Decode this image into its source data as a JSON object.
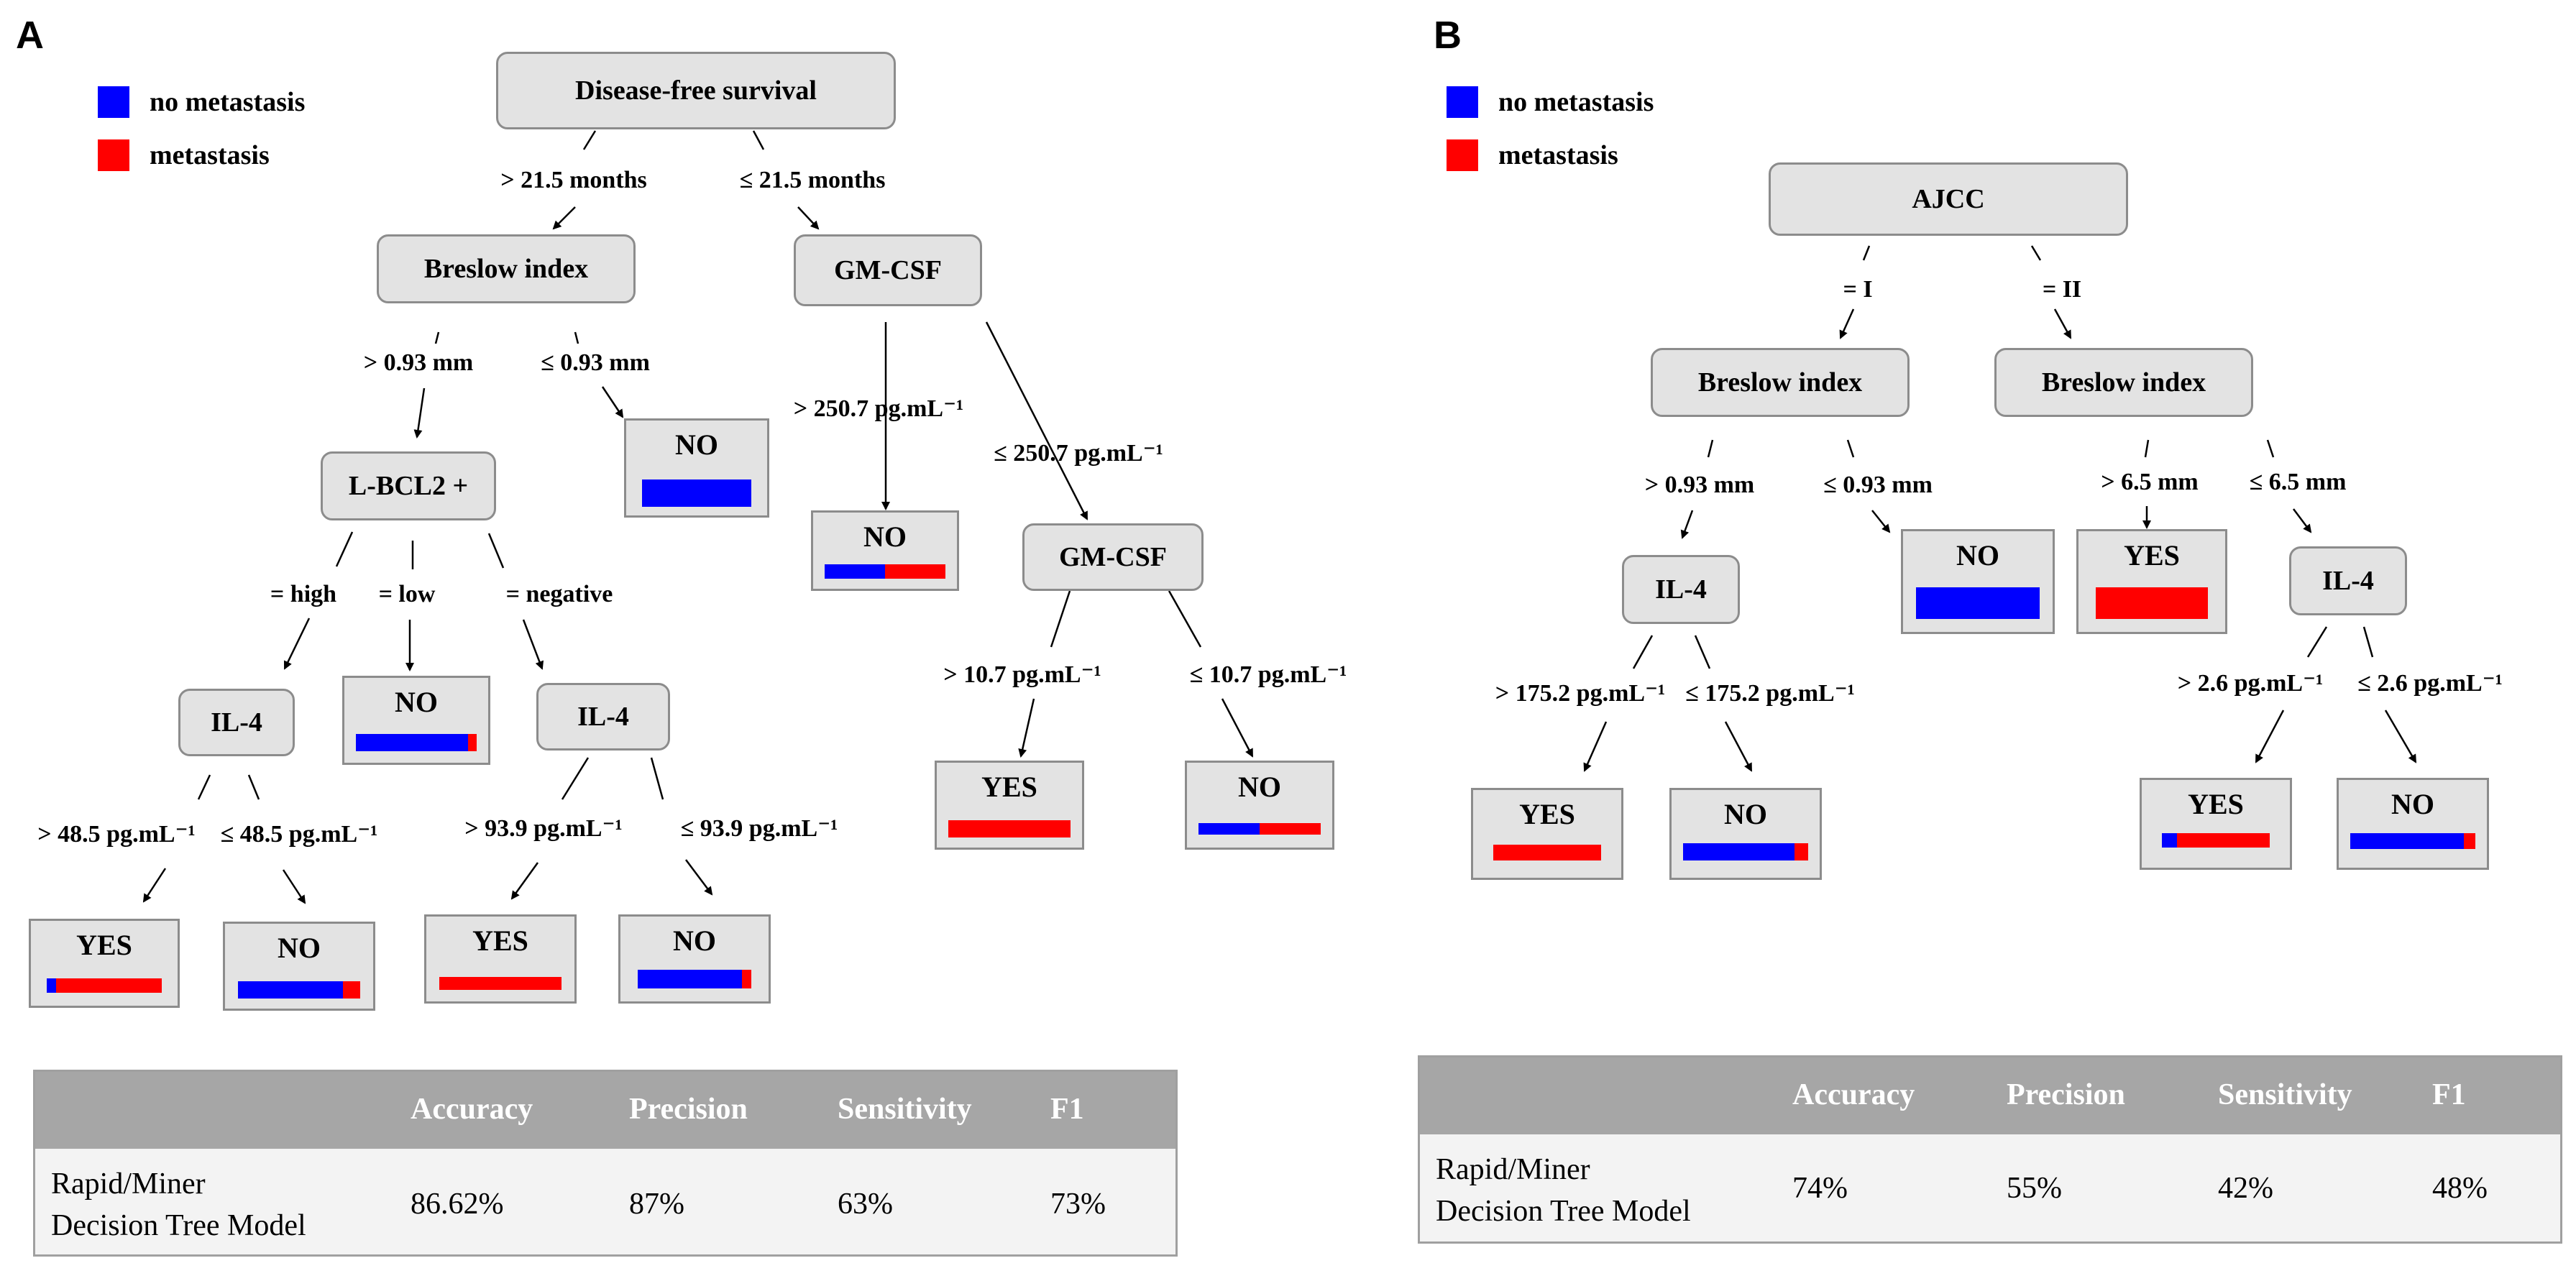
{
  "legend": {
    "no_metastasis": "no metastasis",
    "metastasis": "metastasis"
  },
  "colors": {
    "no_metastasis": "#0000ff",
    "metastasis": "#ff0000"
  },
  "panelA": {
    "label": "A",
    "nodes": {
      "root": "Disease-free survival",
      "breslow": "Breslow index",
      "gmcsf1": "GM-CSF",
      "lbcl2": "L-BCL2 +",
      "gmcsf2": "GM-CSF",
      "il4_high": "IL-4",
      "il4_neg": "IL-4"
    },
    "edges": {
      "dfs_gt": "> 21.5 months",
      "dfs_le": "≤ 21.5 months",
      "br_gt": "> 0.93 mm",
      "br_le": "≤ 0.93 mm",
      "gm1_gt": "> 250.7 pg.mL⁻¹",
      "gm1_le": "≤ 250.7 pg.mL⁻¹",
      "lb_high": "= high",
      "lb_low": "= low",
      "lb_neg": "= negative",
      "gm2_gt": "> 10.7 pg.mL⁻¹",
      "gm2_le": "≤ 10.7 pg.mL⁻¹",
      "il4h_gt": "> 48.5 pg.mL⁻¹",
      "il4h_le": "≤ 48.5 pg.mL⁻¹",
      "il4n_gt": "> 93.9 pg.mL⁻¹",
      "il4n_le": "≤  93.9 pg.mL⁻¹"
    },
    "leaves": {
      "br_no": {
        "label": "NO",
        "blue_fraction": 1.0
      },
      "gm1_no": {
        "label": "NO",
        "blue_fraction": 0.5
      },
      "lb_low_no": {
        "label": "NO",
        "blue_fraction": 0.93
      },
      "gm2_yes": {
        "label": "YES",
        "blue_fraction": 0.0
      },
      "gm2_no": {
        "label": "NO",
        "blue_fraction": 0.5
      },
      "il4h_yes": {
        "label": "YES",
        "blue_fraction": 0.08
      },
      "il4h_no": {
        "label": "NO",
        "blue_fraction": 0.86
      },
      "il4n_yes": {
        "label": "YES",
        "blue_fraction": 0.0
      },
      "il4n_no": {
        "label": "NO",
        "blue_fraction": 0.92
      }
    },
    "metrics": {
      "headers": [
        "Accuracy",
        "Precision",
        "Sensitivity",
        "F1"
      ],
      "row_label_line1": "Rapid/Miner",
      "row_label_line2": "Decision Tree Model",
      "values": [
        "86.62%",
        "87%",
        "63%",
        "73%"
      ]
    }
  },
  "panelB": {
    "label": "B",
    "nodes": {
      "root": "AJCC",
      "breslow1": "Breslow index",
      "breslow2": "Breslow index",
      "il4_1": "IL-4",
      "il4_2": "IL-4"
    },
    "edges": {
      "aj_i": "= I",
      "aj_ii": "= II",
      "b1_gt": "> 0.93 mm",
      "b1_le": "≤ 0.93 mm",
      "b2_gt": ">  6.5 mm",
      "b2_le": "≤ 6.5 mm",
      "i1_gt": "> 175.2 pg.mL⁻¹",
      "i1_le": "≤ 175.2 pg.mL⁻¹",
      "i2_gt": "> 2.6 pg.mL⁻¹",
      "i2_le": "≤ 2.6 pg.mL⁻¹"
    },
    "leaves": {
      "b1_no": {
        "label": "NO",
        "blue_fraction": 1.0
      },
      "b2_yes": {
        "label": "YES",
        "blue_fraction": 0.0
      },
      "i1_yes": {
        "label": "YES",
        "blue_fraction": 0.0
      },
      "i1_no": {
        "label": "NO",
        "blue_fraction": 0.89
      },
      "i2_yes": {
        "label": "YES",
        "blue_fraction": 0.14
      },
      "i2_no": {
        "label": "NO",
        "blue_fraction": 0.91
      }
    },
    "metrics": {
      "headers": [
        "Accuracy",
        "Precision",
        "Sensitivity",
        "F1"
      ],
      "row_label_line1": "Rapid/Miner",
      "row_label_line2": "Decision Tree Model",
      "values": [
        "74%",
        "55%",
        "42%",
        "48%"
      ]
    }
  }
}
